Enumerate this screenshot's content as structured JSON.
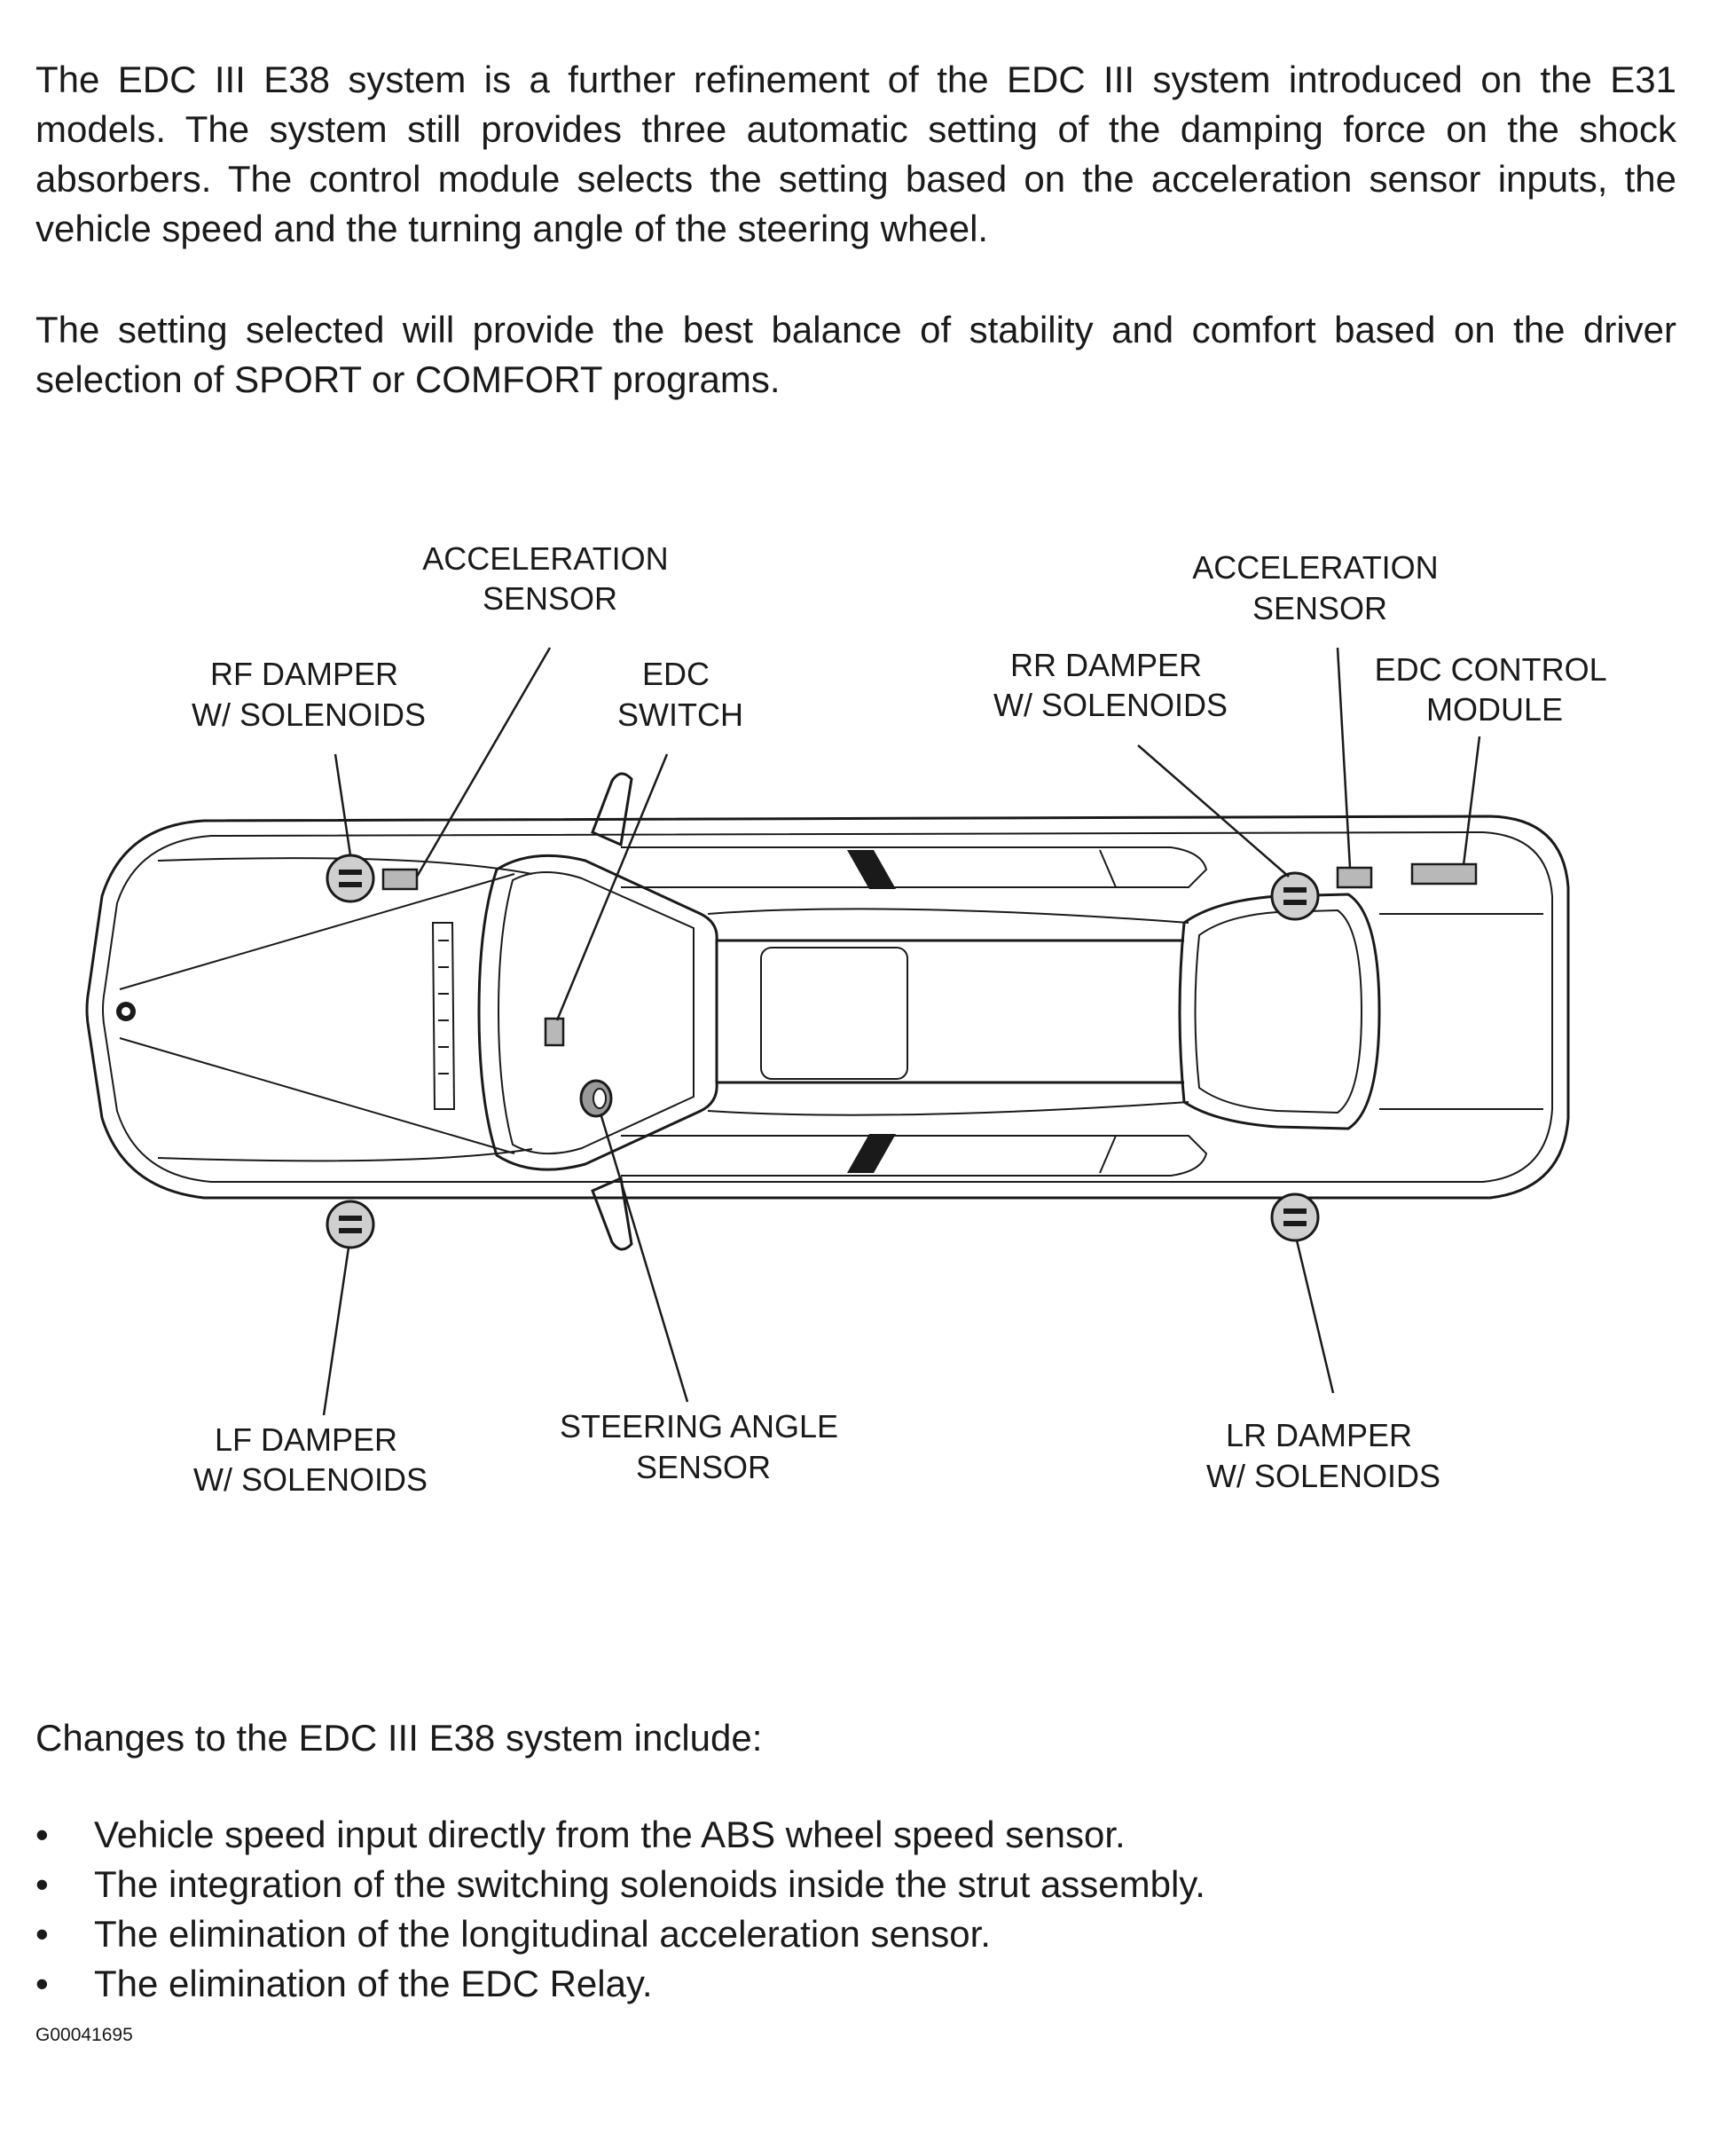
{
  "intro": {
    "paragraph1": "The EDC III E38 system is a further refinement of the EDC III system introduced on the E31 models. The system still provides three automatic setting of the damping force on the shock absorbers. The control module selects the setting based on the acceleration sensor inputs, the vehicle speed and the turning angle of the steering wheel.",
    "paragraph2": "The setting selected will provide the best balance of stability and comfort based on the driver selection of SPORT or COMFORT programs."
  },
  "diagram": {
    "acceleration_sensor_front": [
      "ACCELERATION",
      "SENSOR"
    ],
    "rf_damper": [
      "RF DAMPER",
      "W/ SOLENOIDS"
    ],
    "edc_switch": [
      "EDC",
      "SWITCH"
    ],
    "acceleration_sensor_rear": [
      "ACCELERATION",
      "SENSOR"
    ],
    "rr_damper": [
      "RR DAMPER",
      "W/ SOLENOIDS"
    ],
    "edc_control_module": [
      "EDC CONTROL",
      "MODULE"
    ],
    "lf_damper": [
      "LF DAMPER",
      "W/ SOLENOIDS"
    ],
    "steering_angle_sensor": [
      "STEERING ANGLE",
      "SENSOR"
    ],
    "lr_damper": [
      "LR DAMPER",
      "W/ SOLENOIDS"
    ]
  },
  "changes": {
    "heading": "Changes to the EDC III E38 system include:",
    "items": [
      "Vehicle speed input directly from the ABS wheel speed sensor.",
      "The integration of the switching solenoids inside the strut assembly.",
      "The elimination of the longitudinal acceleration sensor.",
      "The elimination of the EDC Relay."
    ]
  },
  "figure_id": "G00041695"
}
